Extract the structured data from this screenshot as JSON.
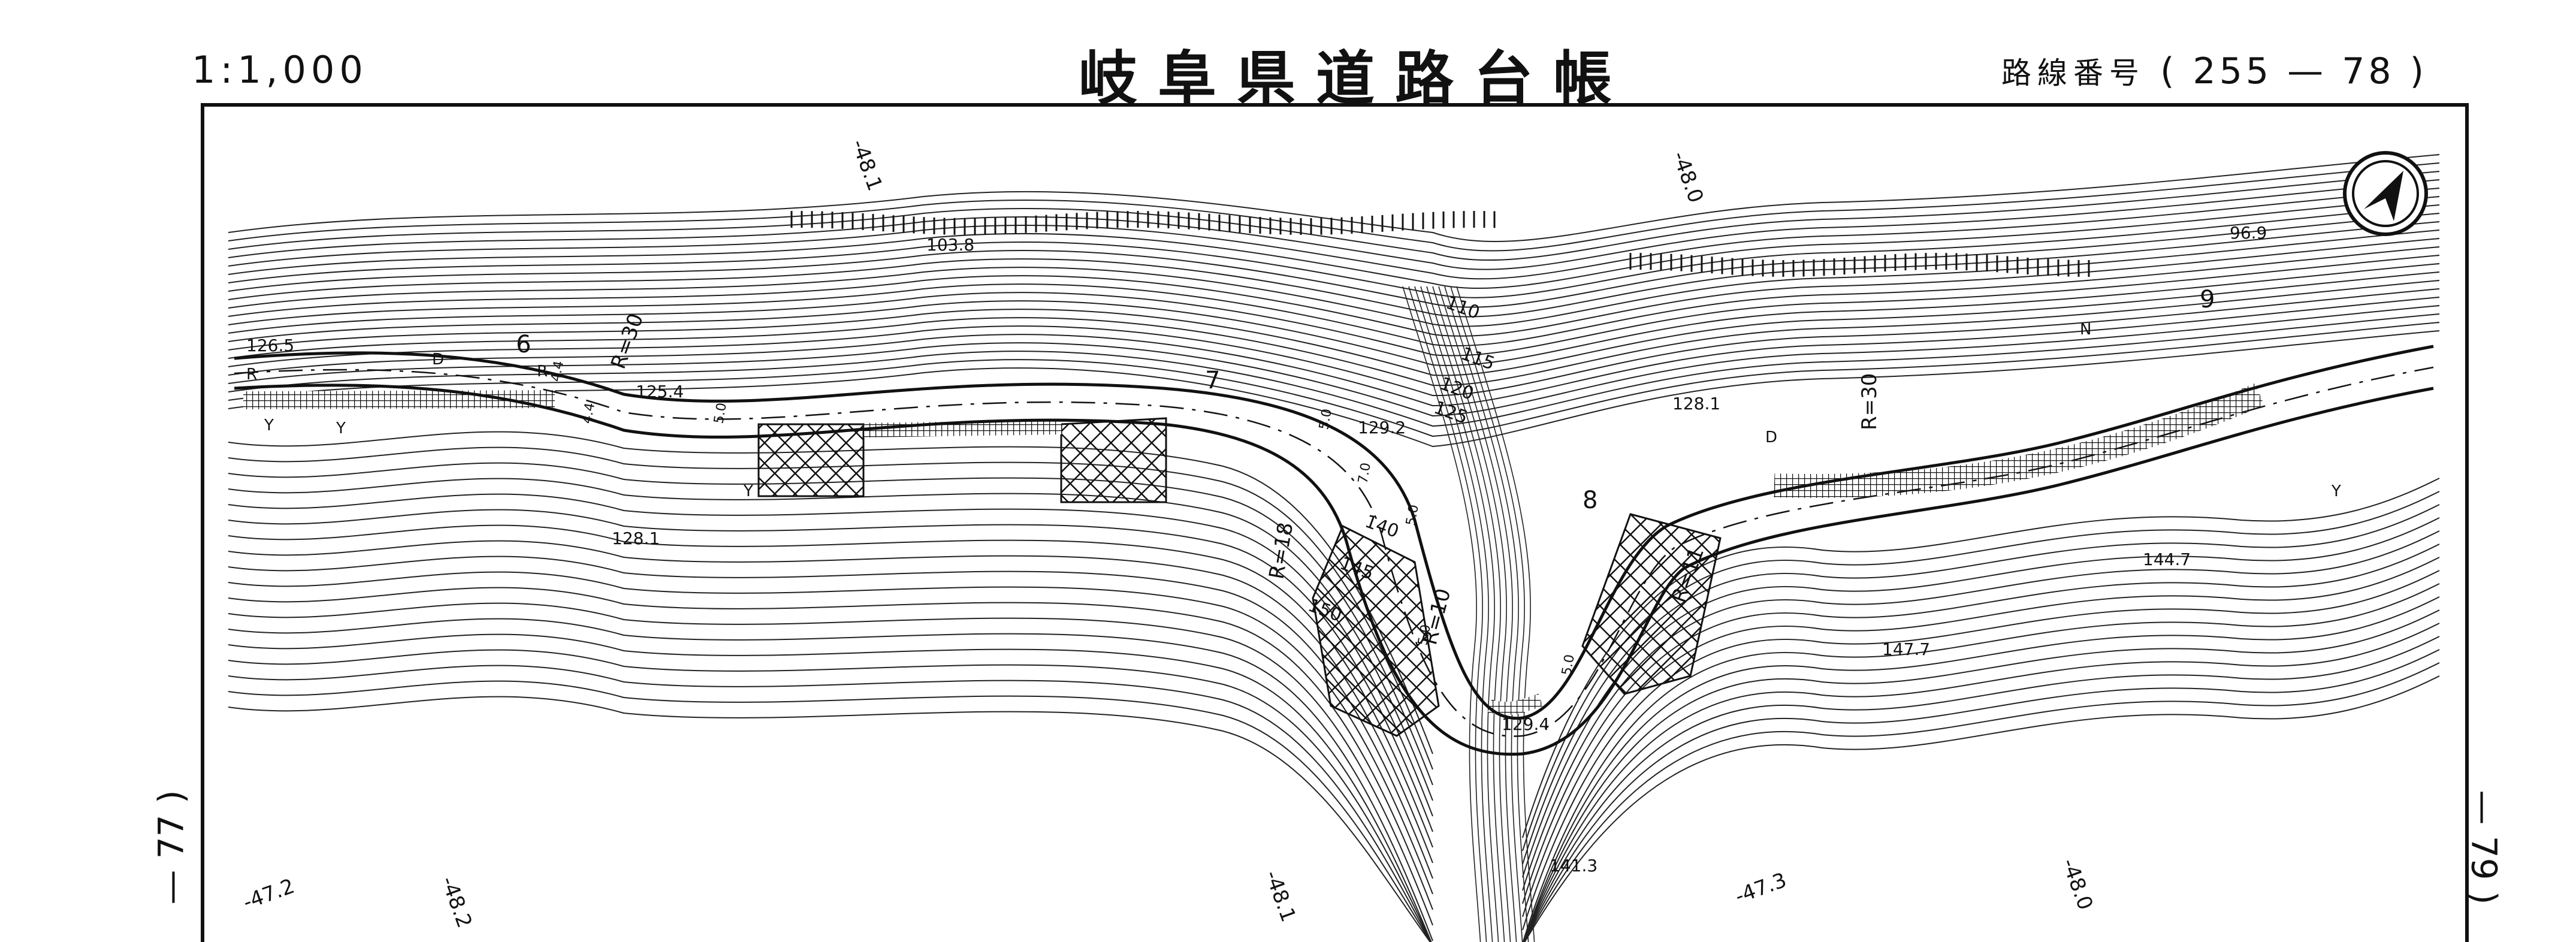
{
  "header": {
    "scale": "1:1,000",
    "title": "岐阜県道路台帳",
    "route_label": "路線番号",
    "route_number": "( 255 — 78 )"
  },
  "side_labels": {
    "left": "— 77 )",
    "right": "— 79 )"
  },
  "map": {
    "north_arrow": "north-arrow-icon",
    "station_labels": [
      "6",
      "7",
      "8",
      "9"
    ],
    "grid_labels": [
      "-48.1",
      "-48.0",
      "-47.2",
      "-48.2",
      "-48.1",
      "-47.3",
      "-48.0"
    ],
    "elevations": [
      "126.5",
      "103.8",
      "125.4",
      "128.1",
      "129.2",
      "128.1",
      "96.9",
      "144.7",
      "147.7",
      "129.4",
      "141.3"
    ],
    "contour_labels": [
      "110",
      "115",
      "120",
      "125",
      "140",
      "145",
      "150"
    ],
    "curve_labels": [
      "R=30",
      "R=18",
      "R=10",
      "R=11",
      "R=30"
    ],
    "width_labels": [
      "4.4",
      "4.4",
      "5.0",
      "5.0",
      "5.0",
      "7.0",
      "5.0",
      "5.0"
    ],
    "misc_labels": [
      "R",
      "R",
      "D",
      "D",
      "Y",
      "Y",
      "Y",
      "Y",
      "N"
    ]
  }
}
